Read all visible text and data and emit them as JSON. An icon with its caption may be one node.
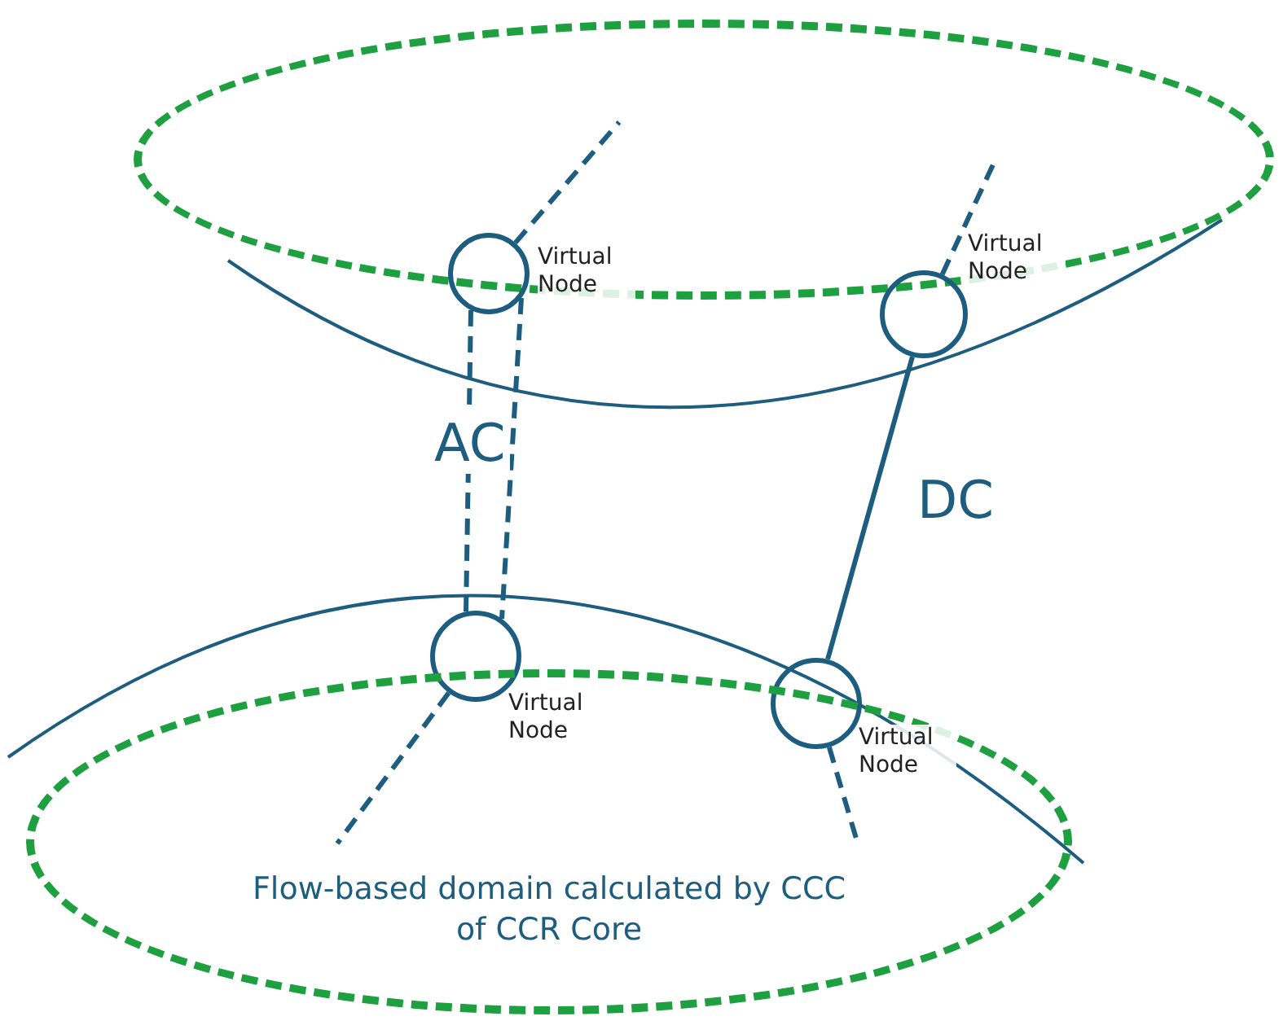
{
  "diagram": {
    "nodes": [
      {
        "text": [],
        "shape": "ellipse"
      },
      {
        "text": [],
        "shape": "circle",
        "beside": [
          "Virtual Node"
        ]
      },
      {
        "text": [],
        "shape": "circle",
        "beside": [
          "Virtual Node"
        ]
      },
      {
        "text": [],
        "shape": "circle",
        "beside": [
          "Virtual Node"
        ]
      },
      {
        "text": [],
        "shape": "circle",
        "beside": [
          "Virtual Node"
        ]
      },
      {
        "text": [
          "Flow-based domain calculated by CCC of CCR Core"
        ]
      }
    ],
    "edges": [
      {
        "from": 1,
        "to": 3,
        "arrow": "none",
        "style": "dashed",
        "label": "AC"
      },
      {
        "from": 1,
        "to": 3,
        "arrow": "none",
        "style": "dashed"
      },
      {
        "from": 2,
        "to": 4,
        "arrow": "none",
        "label": "DC"
      },
      {
        "from": 1,
        "to": 0,
        "arrow": "none",
        "style": "dashed"
      },
      {
        "from": 2,
        "to": 0,
        "arrow": "none",
        "style": "dashed"
      },
      {
        "from": 3,
        "to": 5,
        "arrow": "none",
        "style": "dashed"
      },
      {
        "from": 4,
        "to": 5,
        "arrow": "none",
        "style": "dashed"
      }
    ]
  }
}
